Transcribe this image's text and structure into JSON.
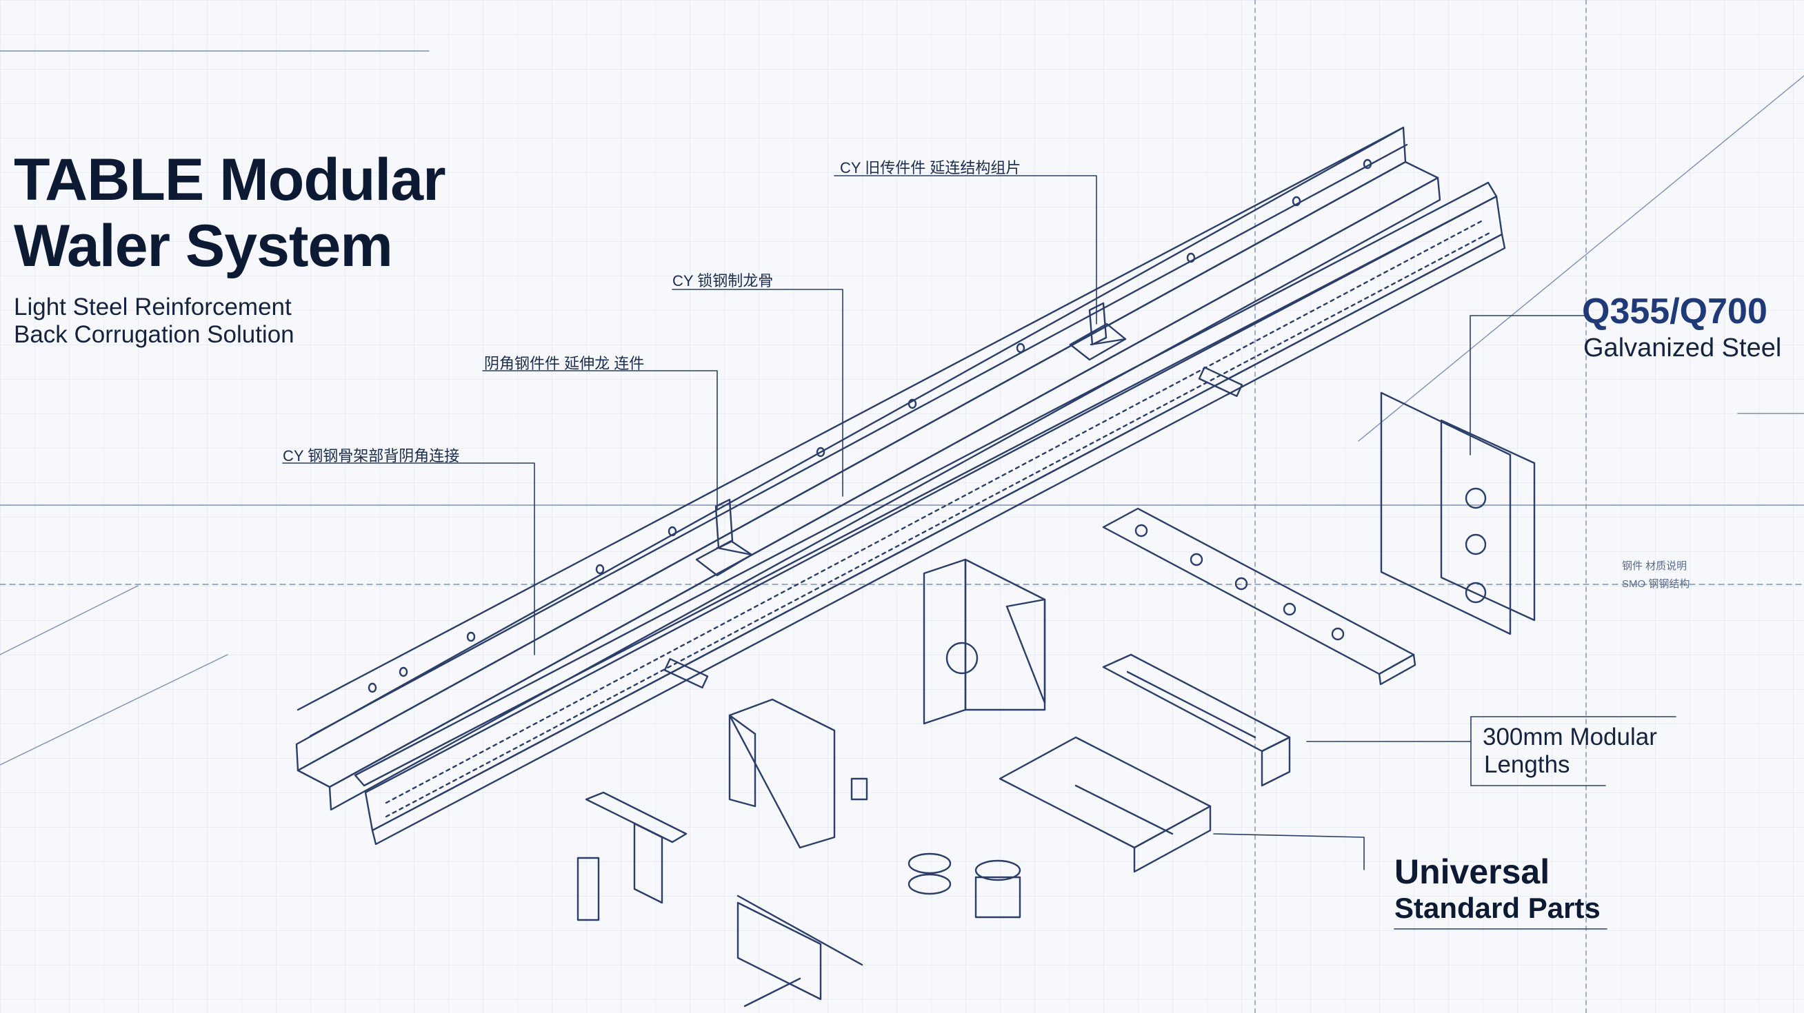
{
  "title": {
    "line1": "TABLE Modular",
    "line2": "Waler System"
  },
  "subtitle": {
    "line1": "Light Steel Reinforcement",
    "line2": "Back Corrugation Solution"
  },
  "callouts": {
    "c1": "CY 旧传件件 延连结构组片",
    "c2": "CY 锁钢制龙骨",
    "c3": "阴角钢件件 延伸龙 连件",
    "c4": "CY 钢钢骨架部背阴角连接"
  },
  "material": {
    "grade": "Q355/Q700",
    "finish": "Galvanized Steel"
  },
  "modular": {
    "line1": "300mm Modular",
    "line2": "Lengths"
  },
  "universal": {
    "line1": "Universal",
    "line2": "Standard Parts"
  },
  "small_note": {
    "line1": "钢件 材质说明",
    "line2": "SMO 钢钢结构"
  },
  "colors": {
    "line": "#2a3d6b",
    "accent": "#1f3a7a",
    "background": "#f6f8fb"
  }
}
